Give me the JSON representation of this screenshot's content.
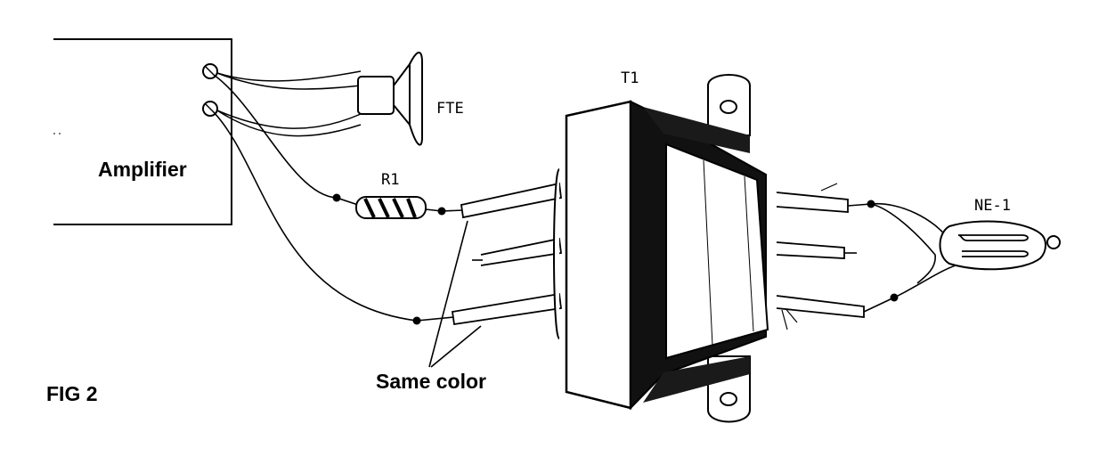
{
  "labels": {
    "amplifier": "Amplifier",
    "speaker": "FTE",
    "resistor": "R1",
    "transformer": "T1",
    "neon_lamp": "NE-1",
    "same_color": "Same color",
    "figure": "FIG 2"
  },
  "colors": {
    "ink": "#000000",
    "paper": "#ffffff"
  }
}
